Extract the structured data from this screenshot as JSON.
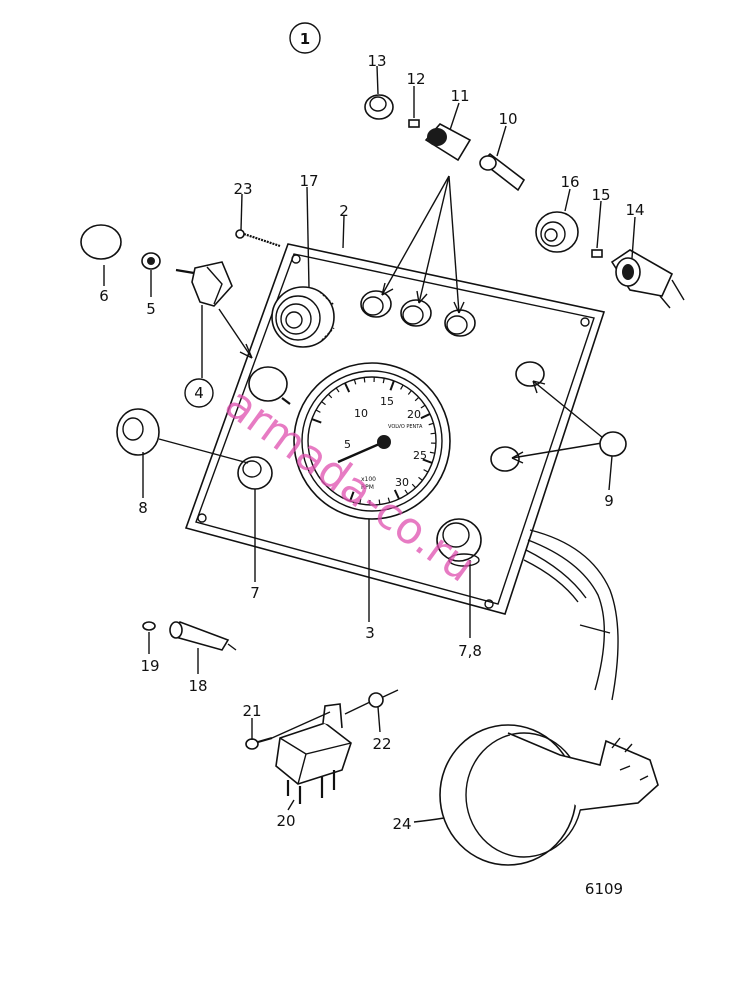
{
  "diagram": {
    "group_marker": "1",
    "drawing_number": "6109",
    "watermark": "armada-co.ru",
    "callouts": {
      "c2": "2",
      "c3": "3",
      "c4": "4",
      "c5": "5",
      "c6": "6",
      "c7": "7",
      "c8": "8",
      "c78": "7,8",
      "c9": "9",
      "c10": "10",
      "c11": "11",
      "c12": "12",
      "c13": "13",
      "c14": "14",
      "c15": "15",
      "c16": "16",
      "c17": "17",
      "c18": "18",
      "c19": "19",
      "c20": "20",
      "c21": "21",
      "c22": "22",
      "c23": "23",
      "c24": "24"
    },
    "tachometer": {
      "scale": [
        "5",
        "10",
        "15",
        "20",
        "25",
        "30"
      ],
      "multiplier": "x100",
      "unit": "RPM",
      "brand": "VOLVO PENTA"
    }
  }
}
